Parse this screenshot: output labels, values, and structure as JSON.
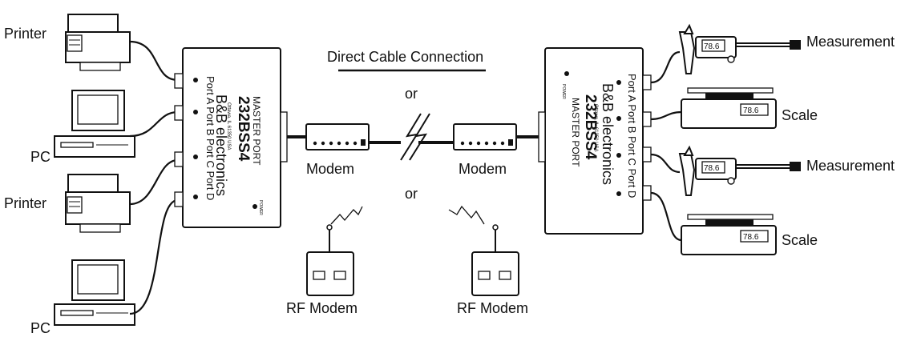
{
  "colors": {
    "ink": "#111111",
    "background": "#ffffff"
  },
  "header": {
    "direct_cable": "Direct Cable Connection"
  },
  "or_labels": {
    "top": "or",
    "bottom": "or"
  },
  "left_devices": [
    {
      "label": "Printer",
      "icon": "printer-icon"
    },
    {
      "label": "PC",
      "icon": "pc-icon"
    },
    {
      "label": "Printer",
      "icon": "printer-icon"
    },
    {
      "label": "PC",
      "icon": "pc-icon"
    }
  ],
  "right_devices": [
    {
      "label": "Measurement",
      "icon": "caliper-icon",
      "display": "78.6"
    },
    {
      "label": "Scale",
      "icon": "scale-icon",
      "display": "78.6"
    },
    {
      "label": "Measurement",
      "icon": "caliper-icon",
      "display": "78.6"
    },
    {
      "label": "Scale",
      "icon": "scale-icon",
      "display": "78.6"
    }
  ],
  "switch_box": {
    "brand": "B&B electronics",
    "brand_small": "Ottawa, IL 61350 USA",
    "model": "232BSS4",
    "master_label": "MASTER PORT",
    "ports_label": "Port A Port B Port C Port D",
    "power_label": "POWER"
  },
  "modems": {
    "left": "Modem",
    "right": "Modem",
    "rf_left": "RF Modem",
    "rf_right": "RF Modem"
  }
}
